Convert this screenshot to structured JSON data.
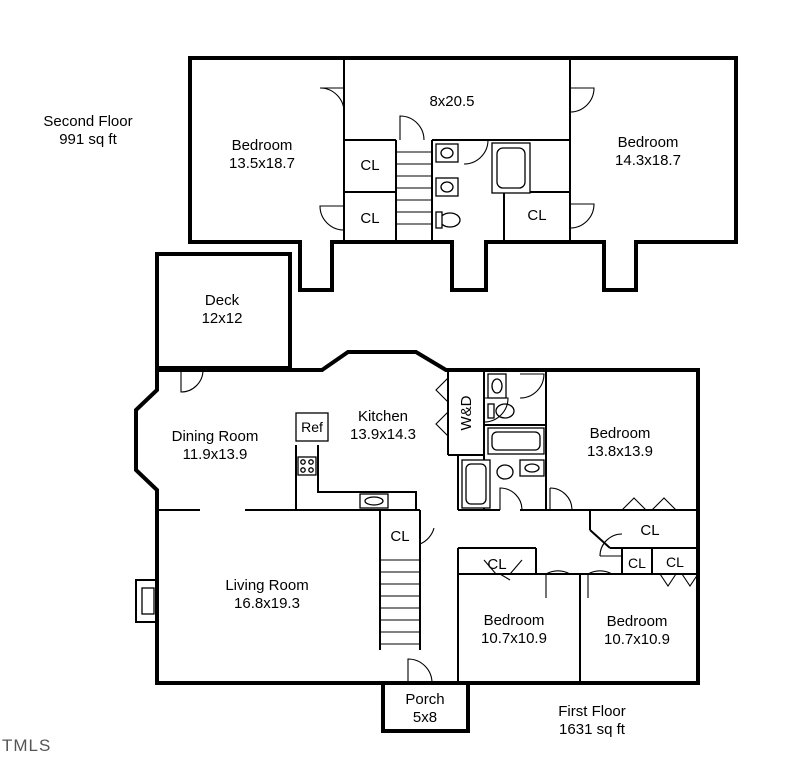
{
  "second_floor": {
    "heading": "Second Floor",
    "area": "991 sq ft",
    "rooms": {
      "bedroom_left": {
        "name": "Bedroom",
        "dims": "13.5x18.7"
      },
      "bedroom_right": {
        "name": "Bedroom",
        "dims": "14.3x18.7"
      },
      "hall": {
        "dims": "8x20.5"
      },
      "closet_1": {
        "name": "CL"
      },
      "closet_2": {
        "name": "CL"
      },
      "closet_3": {
        "name": "CL"
      }
    }
  },
  "deck": {
    "name": "Deck",
    "dims": "12x12"
  },
  "first_floor": {
    "heading": "First Floor",
    "area": "1631 sq ft",
    "rooms": {
      "dining": {
        "name": "Dining Room",
        "dims": "11.9x13.9"
      },
      "kitchen": {
        "name": "Kitchen",
        "dims": "13.9x14.3"
      },
      "ref": {
        "name": "Ref"
      },
      "wd": {
        "name": "W&D"
      },
      "bedroom_main": {
        "name": "Bedroom",
        "dims": "13.8x13.9"
      },
      "living": {
        "name": "Living Room",
        "dims": "16.8x19.3"
      },
      "closet_stair": {
        "name": "CL"
      },
      "closet_hall": {
        "name": "CL"
      },
      "closet_bed_a": {
        "name": "CL"
      },
      "closet_small": {
        "name": "CL"
      },
      "closet_bed_b": {
        "name": "CL"
      },
      "bedroom_a": {
        "name": "Bedroom",
        "dims": "10.7x10.9"
      },
      "bedroom_b": {
        "name": "Bedroom",
        "dims": "10.7x10.9"
      }
    }
  },
  "porch": {
    "name": "Porch",
    "dims": "5x8"
  },
  "logo": "TMLS"
}
